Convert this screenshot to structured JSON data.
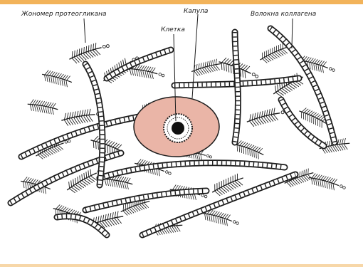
{
  "diagram": {
    "labels": {
      "proteoglycan": "Жономер протеогликана",
      "capsule": "Капула",
      "cell": "Клетка",
      "collagen": "Волокна коллагена"
    },
    "colors": {
      "frame_top": "#f2b35a",
      "capsule_fill": "#eab5a7",
      "nucleus": "#111111",
      "ink": "#1c1c1c"
    }
  }
}
